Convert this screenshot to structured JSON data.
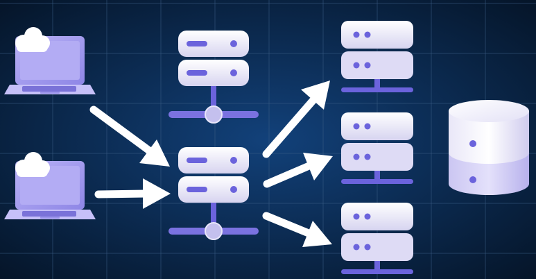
{
  "diagram": {
    "clients": [
      {
        "icon": "laptop-cloud-icon"
      },
      {
        "icon": "laptop-cloud-icon"
      }
    ],
    "upstream_server": {
      "icon": "network-server-icon"
    },
    "load_balancer": {
      "icon": "network-server-icon"
    },
    "backend_servers": [
      {
        "icon": "server-icon"
      },
      {
        "icon": "server-icon"
      },
      {
        "icon": "server-icon"
      }
    ],
    "database": {
      "icon": "database-cylinder-icon"
    },
    "arrows": [
      {
        "from": "client-1",
        "to": "load-balancer"
      },
      {
        "from": "client-2",
        "to": "load-balancer"
      },
      {
        "from": "load-balancer",
        "to": "backend-server-1"
      },
      {
        "from": "load-balancer",
        "to": "backend-server-2"
      },
      {
        "from": "load-balancer",
        "to": "backend-server-3"
      }
    ]
  },
  "colors": {
    "background": "#0a2547",
    "grid": "#3a5d85",
    "tile": "#f4f3fb",
    "tile_shade": "#d3d0ef",
    "accent": "#6b63dc",
    "accent_light": "#9a95ea",
    "laptop": "#a79ff0",
    "arrow": "#ffffff"
  }
}
